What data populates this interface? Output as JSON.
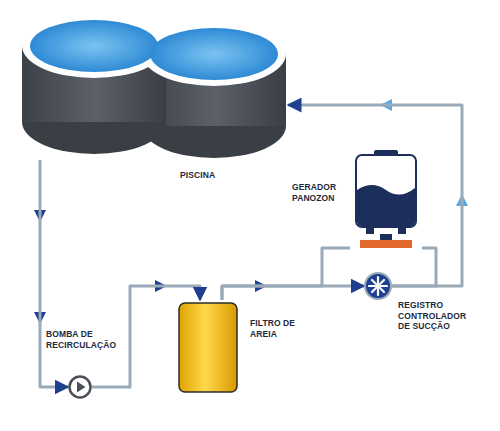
{
  "diagram": {
    "nodes": [
      {
        "text": [
          "PISCINA"
        ]
      },
      {
        "text": [
          "GERADOR PANOZON"
        ]
      },
      {
        "text": [
          "BOMBA DE RECIRCULAÇÃO"
        ]
      },
      {
        "text": [
          "FILTRO DE AREIA"
        ]
      },
      {
        "text": [
          "REGISTRO CONTROLADOR DE SUCÇÃO"
        ]
      }
    ],
    "edges": [
      {
        "from": 0,
        "to": 2,
        "arrow": "to"
      },
      {
        "from": 2,
        "to": 3,
        "arrow": "to"
      },
      {
        "from": 3,
        "to": 4,
        "arrow": "to"
      },
      {
        "from": 4,
        "to": 0,
        "arrow": "to"
      },
      {
        "from": 3,
        "to": 1,
        "arrow": "none"
      },
      {
        "from": 1,
        "to": 4,
        "arrow": "none"
      }
    ]
  }
}
